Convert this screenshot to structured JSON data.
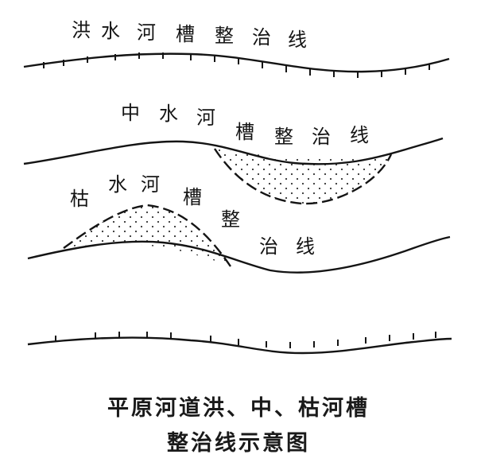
{
  "labels": {
    "flood": [
      "洪",
      "水",
      "河",
      "槽",
      "整",
      "治",
      "线"
    ],
    "medium": [
      "中",
      "水",
      "河",
      "槽",
      "整",
      "治",
      "线"
    ],
    "low": [
      "枯",
      "水",
      "河",
      "槽",
      "整",
      "治",
      "线"
    ]
  },
  "caption": {
    "line1": "平原河道洪、中、枯河槽",
    "line2": "整治线示意图"
  },
  "colors": {
    "ink": "#141414",
    "fill": "#f2f2f2"
  }
}
